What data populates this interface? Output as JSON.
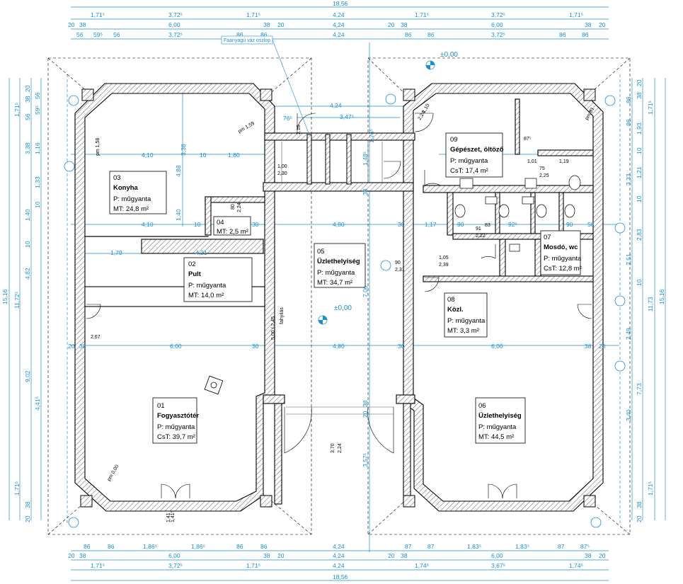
{
  "overall": {
    "top": "18,56",
    "bottom": "18,56",
    "left": "15,16",
    "right": "15,16"
  },
  "elevation": {
    "top": "±0,00",
    "center": "±0,00"
  },
  "callout": {
    "column_note": "Faanyagú váz oszlop"
  },
  "top_dims": {
    "row1": [
      "1,71⁵",
      "3,72⁵",
      "1,71⁵",
      "4,24",
      "1,71⁵",
      "3,72⁵",
      "1,71⁵"
    ],
    "row2": [
      "20",
      "38",
      "6,00",
      "38",
      "20",
      "4,24",
      "20",
      "38",
      "6,00",
      "38",
      "20"
    ],
    "row3": [
      "56",
      "59⁵",
      "56",
      "3,72⁵",
      "86",
      "86",
      "4,24",
      "86",
      "86",
      "3,72⁵",
      "86",
      "86"
    ]
  },
  "bottom_dims": {
    "row1": [
      "86",
      "86",
      "1,86⁵",
      "1,86⁵",
      "86",
      "86",
      "4,24",
      "87",
      "87",
      "1,83⁵",
      "1,83⁵",
      "87",
      "87⁵"
    ],
    "row2": [
      "20",
      "38",
      "6,00",
      "38",
      "20",
      "4,24",
      "20",
      "38",
      "6,00",
      "38",
      "20"
    ],
    "row3": [
      "1,71⁵",
      "3,72⁵",
      "1,71⁵",
      "4,24",
      "1,74⁵",
      "3,67⁵",
      "1,74⁵"
    ]
  },
  "left_dims": [
    "20",
    "38",
    "56",
    "1,71⁵",
    "56",
    "59⁵",
    "3,38",
    "1,16",
    "1,33",
    "10",
    "1,40",
    "10",
    "4,82",
    "11,72⁵",
    "9,02",
    "4,41⁵",
    "1,71⁵",
    "38",
    "20"
  ],
  "right_dims": [
    "20",
    "38",
    "86",
    "1,71⁵",
    "86",
    "1,93",
    "10",
    "1,21",
    "3,33",
    "10",
    "2,83",
    "2,51",
    "10",
    "11,73",
    "2,49",
    "7,73",
    "3,40",
    "1,71⁵",
    "38",
    "20"
  ],
  "rooms": [
    {
      "no": "01",
      "name": "Fogyasztótér",
      "floor": "P:  műgyanta",
      "area": "CsT:  39,7 m²"
    },
    {
      "no": "02",
      "name": "Pult",
      "floor": "P:  műgyanta",
      "area": "MT:  14,0 m²"
    },
    {
      "no": "03",
      "name": "Konyha",
      "floor": "P:  műgyanta",
      "area": "MT:  24,8 m²"
    },
    {
      "no": "04",
      "area": "MT: 2,5 m²"
    },
    {
      "no": "05",
      "name": "Üzlethelyiség",
      "floor": "P:  műgyanta",
      "area": "MT:  34,7 m²"
    },
    {
      "no": "06",
      "name": "Üzlethelyiség",
      "floor": "P:  műgyanta",
      "area": "MT:  44,5 m²"
    },
    {
      "no": "07",
      "name": "Mosdó, wc",
      "floor": "P:  műgyanta",
      "area": "CsT: 12,8 m²"
    },
    {
      "no": "08",
      "name": "Közl.",
      "floor": "P:  műgyanta",
      "area": "MT:  3,3 m²"
    },
    {
      "no": "09",
      "name": "Gépészet, öltöző",
      "floor": "P:  műgyanta",
      "area": "CsT:  17,4 m²"
    }
  ],
  "interior": {
    "row_a": [
      "4,10",
      "10",
      "1,80",
      "4,24",
      "3,47⁵"
    ],
    "row_b": [
      "4,10",
      "10",
      "30",
      "4,80",
      "30",
      "1,17",
      "90",
      "92⁵",
      "90",
      "58"
    ],
    "row_c": [
      "1,79",
      "4,21"
    ],
    "row_d": [
      "20",
      "38",
      "6,00",
      "30",
      "4,80",
      "30",
      "6,00",
      "38",
      "20"
    ],
    "vert": [
      "4,88",
      "3,38",
      "1,40",
      "1,48⁵",
      "1,74⁵",
      "38",
      "7,00",
      "20",
      "38",
      "3,57⁵"
    ],
    "misc": [
      "1,10",
      "2,24",
      "pm 1,59",
      "pm 1,58",
      "pm 0,00",
      "pm 81",
      "76⁵",
      "1,00",
      "2,10",
      "2,30",
      "80",
      "2,24",
      "1,01",
      "1,19",
      "75",
      "2,25",
      "87⁵",
      "83",
      "91",
      "2,22",
      "2,67",
      "1,41",
      "1,05",
      "2,39",
      "90",
      "2,31",
      "5,00 / 2,45",
      "fahyilás",
      "3,70",
      "2,24",
      "1,41⁵"
    ]
  },
  "colors": {
    "wall": "#000000",
    "dimension": "#1a8fd1",
    "hatch": "#7a7a7a"
  }
}
